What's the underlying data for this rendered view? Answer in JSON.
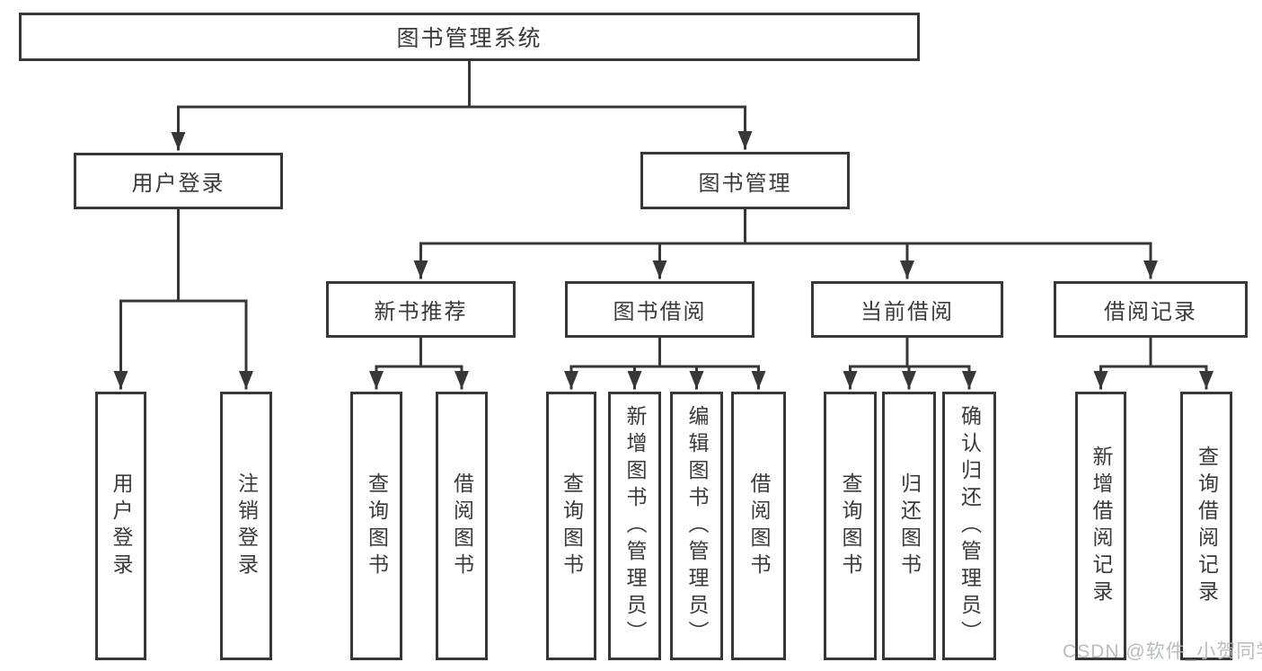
{
  "colors": {
    "line": "#373737",
    "text": "#3a3a3a",
    "watermark": "#b4b7bc",
    "background": "#ffffff"
  },
  "tree": {
    "root": {
      "label": "图书管理系统"
    },
    "children": [
      {
        "label": "用户登录",
        "children": [
          {
            "label": "用户登录"
          },
          {
            "label": "注销登录"
          }
        ]
      },
      {
        "label": "图书管理",
        "children": [
          {
            "label": "新书推荐",
            "children": [
              {
                "label": "查询图书"
              },
              {
                "label": "借阅图书"
              }
            ]
          },
          {
            "label": "图书借阅",
            "children": [
              {
                "label": "查询图书"
              },
              {
                "label": "新增图书（管理员）"
              },
              {
                "label": "编辑图书（管理员）"
              },
              {
                "label": "借阅图书"
              }
            ]
          },
          {
            "label": "当前借阅",
            "children": [
              {
                "label": "查询图书"
              },
              {
                "label": "归还图书"
              },
              {
                "label": "确认归还（管理员）"
              }
            ]
          },
          {
            "label": "借阅记录",
            "children": [
              {
                "label": "新增借阅记录"
              },
              {
                "label": "查询借阅记录"
              }
            ]
          }
        ]
      }
    ]
  },
  "watermark": {
    "text": "CSDN @软件_小贺同学"
  }
}
